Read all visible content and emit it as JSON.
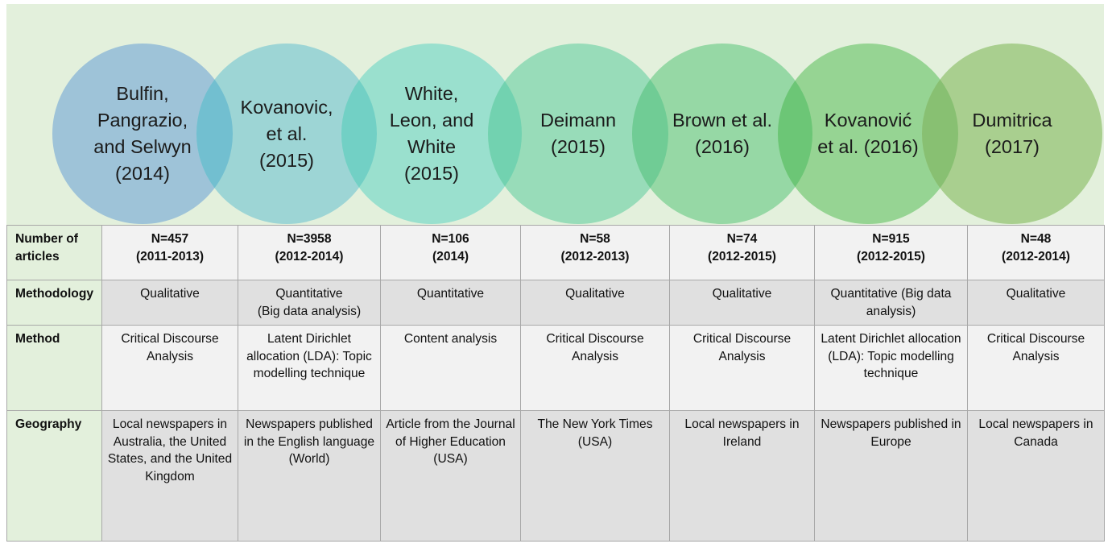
{
  "circles": [
    {
      "label": "Bulfin,\nPangrazio,\nand Selwyn\n(2014)",
      "color": "#9ec3d8"
    },
    {
      "label": "Kovanovic,\net al.\n(2015)",
      "color": "#9dd5d5"
    },
    {
      "label": "White,\nLeon, and\nWhite\n(2015)",
      "color": "#9ae0ce"
    },
    {
      "label": "Deimann\n(2015)",
      "color": "#98dcb9"
    },
    {
      "label": "Brown et al.\n(2016)",
      "color": "#96d8a5"
    },
    {
      "label": "Kovanović\net al. (2016)",
      "color": "#96d493"
    },
    {
      "label": "Dumitrica\n(2017)",
      "color": "#a9cf8f"
    }
  ],
  "overlap_colors": [
    "#72bfd0",
    "#72d0c5",
    "#72d2b0",
    "#70cc95",
    "#6cc676",
    "#88c072"
  ],
  "table": {
    "rows": [
      {
        "head": "Number of articles",
        "cells": [
          [
            "N=457",
            "(2011-2013)"
          ],
          [
            "N=3958",
            "(2012-2014)"
          ],
          [
            "N=106",
            "(2014)"
          ],
          [
            "N=58",
            "(2012-2013)"
          ],
          [
            "N=74",
            "(2012-2015)"
          ],
          [
            "N=915",
            "(2012-2015)"
          ],
          [
            "N=48",
            "(2012-2014)"
          ]
        ]
      },
      {
        "head": "Methodology",
        "cells": [
          [
            "Qualitative"
          ],
          [
            "Quantitative",
            "(Big data analysis)"
          ],
          [
            "Quantitative"
          ],
          [
            "Qualitative"
          ],
          [
            "Qualitative"
          ],
          [
            "Quantitative (Big data analysis)"
          ],
          [
            "Qualitative"
          ]
        ]
      },
      {
        "head": "Method",
        "cells": [
          [
            "Critical Discourse Analysis"
          ],
          [
            "Latent Dirichlet allocation (LDA): Topic modelling technique"
          ],
          [
            "Content analysis"
          ],
          [
            "Critical Discourse Analysis"
          ],
          [
            "Critical Discourse Analysis"
          ],
          [
            "Latent Dirichlet allocation (LDA): Topic modelling technique"
          ],
          [
            "Critical Discourse Analysis"
          ]
        ]
      },
      {
        "head": "Geography",
        "cells": [
          [
            "Local newspapers in Australia, the United States, and the United Kingdom"
          ],
          [
            "Newspapers published in the English language (World)"
          ],
          [
            "Article from the Journal of Higher Education (USA)"
          ],
          [
            "The New York Times (USA)"
          ],
          [
            "Local newspapers in Ireland"
          ],
          [
            "Newspapers published in Europe"
          ],
          [
            "Local newspapers in Canada"
          ]
        ]
      }
    ]
  }
}
